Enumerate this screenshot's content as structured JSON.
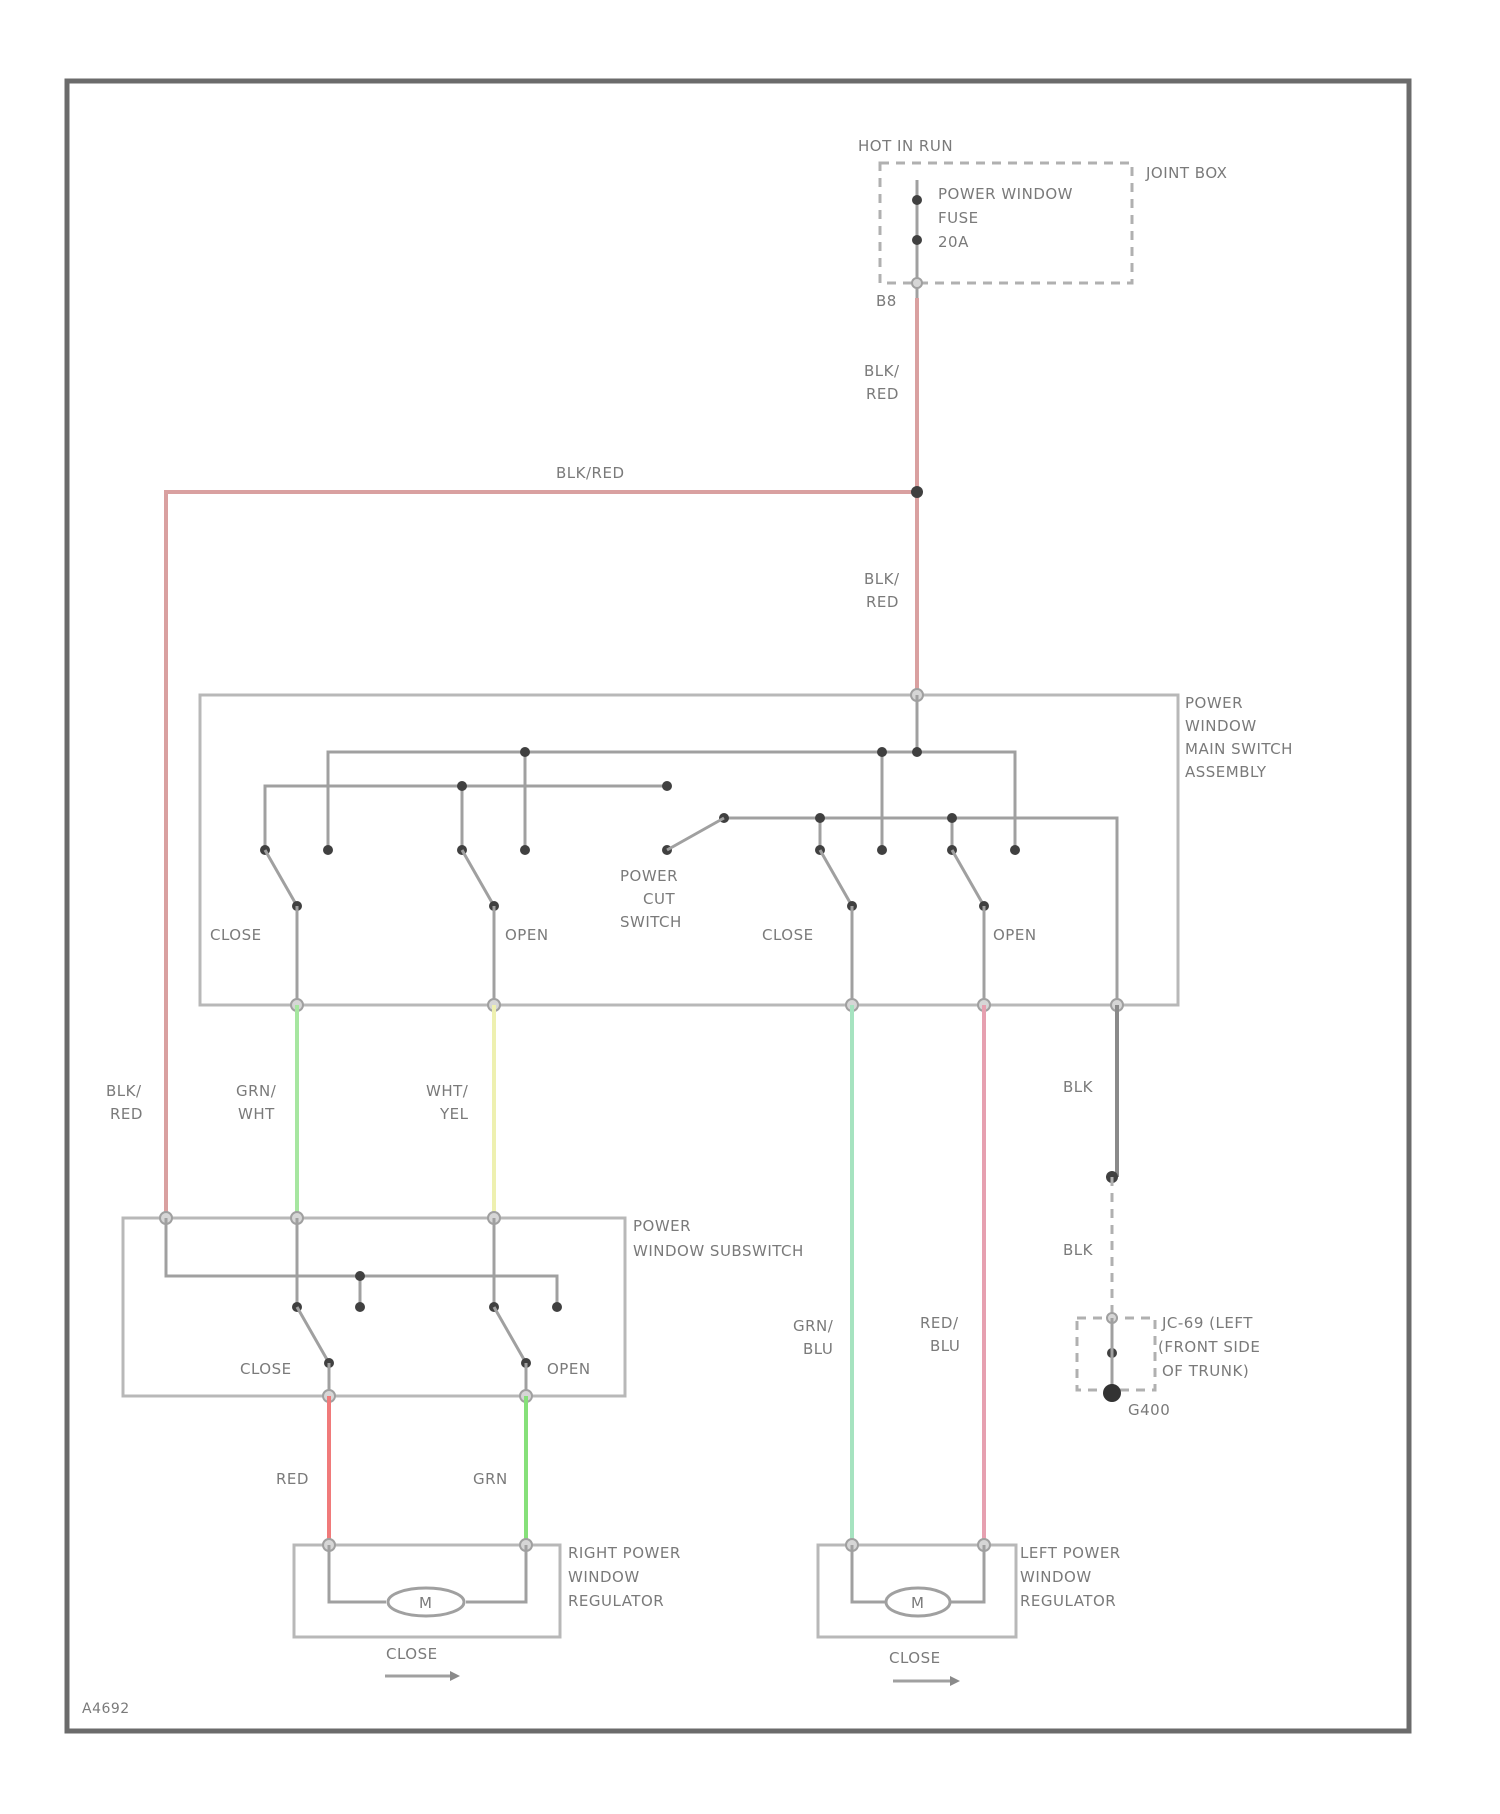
{
  "labels": {
    "hot_in_run": "HOT IN RUN",
    "joint_box": "JOINT BOX",
    "fuse_line1": "POWER WINDOW",
    "fuse_line2": "FUSE",
    "fuse_line3": "20A",
    "terminal_b8": "B8",
    "wire_blk_red_a1": "BLK/",
    "wire_blk_red_a2": "RED",
    "wire_blk_red_top": "BLK/RED",
    "wire_blk_red_b1": "BLK/",
    "wire_blk_red_b2": "RED",
    "main_switch_1": "POWER",
    "main_switch_2": "WINDOW",
    "main_switch_3": "MAIN SWITCH",
    "main_switch_4": "ASSEMBLY",
    "close_1": "CLOSE",
    "open_1": "OPEN",
    "cut_1": "POWER",
    "cut_2": "CUT",
    "cut_3": "SWITCH",
    "close_2": "CLOSE",
    "open_2": "OPEN",
    "wire_left_1": "BLK/",
    "wire_left_2": "RED",
    "wire_grn_wht_1": "GRN/",
    "wire_grn_wht_2": "WHT",
    "wire_wht_yel_1": "WHT/",
    "wire_wht_yel_2": "YEL",
    "wire_blk_1": "BLK",
    "wire_blk_2": "BLK",
    "sub_switch_1": "POWER",
    "sub_switch_2": "WINDOW SUBSWITCH",
    "sub_close": "CLOSE",
    "sub_open": "OPEN",
    "wire_grn_blu_1": "GRN/",
    "wire_grn_blu_2": "BLU",
    "wire_red_blu_1": "RED/",
    "wire_red_blu_2": "BLU",
    "ground_1": "JC-69 (LEFT",
    "ground_2": "(FRONT SIDE",
    "ground_3": "OF TRUNK)",
    "ground_id": "G400",
    "wire_red": "RED",
    "wire_grn": "GRN",
    "right_reg_1": "RIGHT POWER",
    "right_reg_2": "WINDOW",
    "right_reg_3": "REGULATOR",
    "left_reg_1": "LEFT POWER",
    "left_reg_2": "WINDOW",
    "left_reg_3": "REGULATOR",
    "motor": "M",
    "close_arrow_1": "CLOSE",
    "close_arrow_2": "CLOSE",
    "figure_id": "A4692"
  },
  "colors": {
    "wire_blk_red": "#d9a0a0",
    "wire_grn_wht": "#a6e6a0",
    "wire_wht_yel": "#eef0b0",
    "wire_grn_blu": "#a6e3c0",
    "wire_red_blu": "#e6a0b0",
    "wire_red": "#f07a7a",
    "wire_grn": "#86e07a",
    "wire_blk": "#8a8a8a"
  }
}
